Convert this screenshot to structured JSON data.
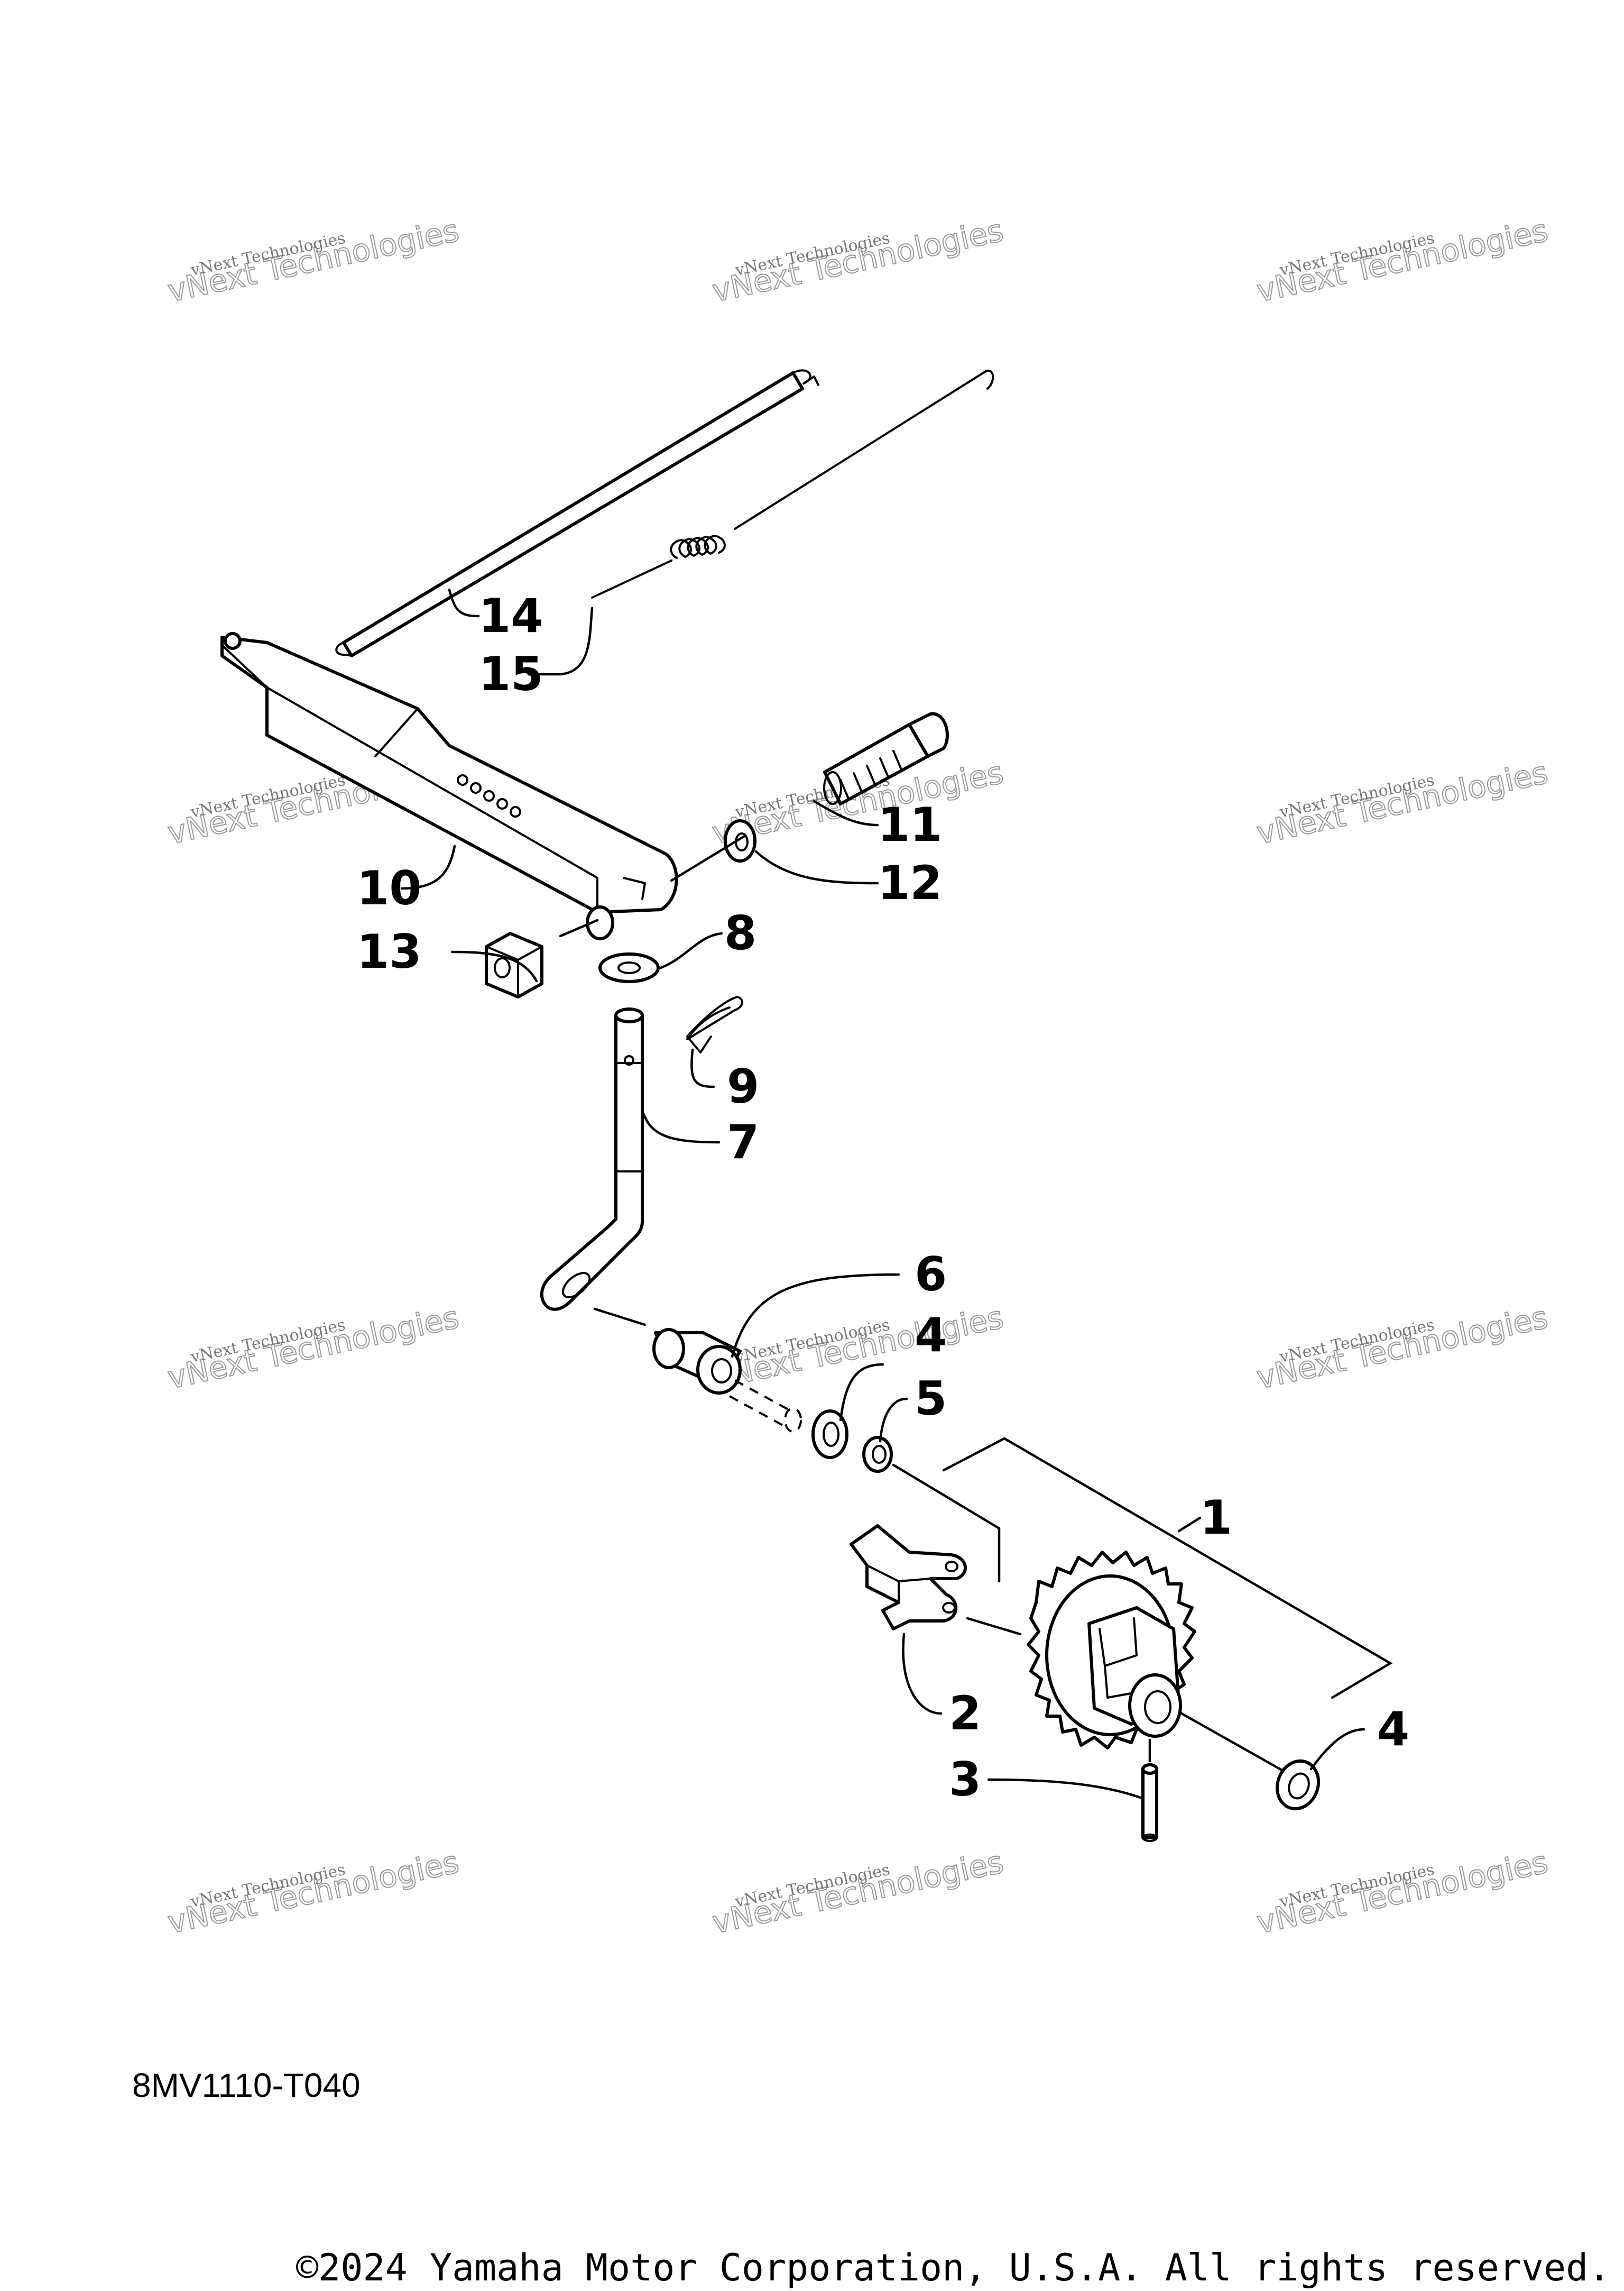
{
  "diagram": {
    "drawing_code": "8MV1110-T040",
    "copyright": "©2024 Yamaha Motor Corporation, U.S.A. All rights reserved.",
    "watermark": {
      "line1": "vNext Technologies",
      "line2": "vNext Technologies"
    },
    "callouts": [
      "1",
      "2",
      "3",
      "4",
      "4",
      "5",
      "6",
      "7",
      "8",
      "9",
      "10",
      "11",
      "12",
      "13",
      "14",
      "15"
    ]
  }
}
